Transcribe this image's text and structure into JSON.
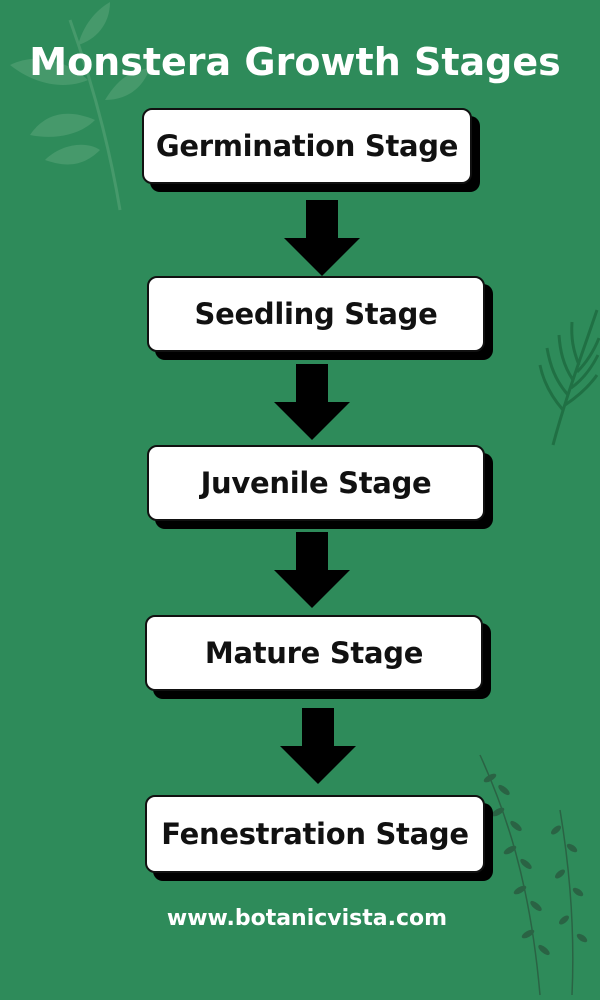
{
  "title": "Monstera Growth Stages",
  "stages": [
    {
      "label": "Germination Stage"
    },
    {
      "label": "Seedling Stage"
    },
    {
      "label": "Juvenile Stage"
    },
    {
      "label": "Mature Stage"
    },
    {
      "label": "Fenestration Stage"
    }
  ],
  "footer": "www.botanicvista.com",
  "colors": {
    "background": "#2e8b5a",
    "box_fill": "#ffffff",
    "box_shadow": "#000000",
    "arrow": "#000000",
    "text_light": "#ffffff",
    "leaf_decoration": "#4f9e6f"
  },
  "icons": [
    "leaf-branch-top-left",
    "palm-frond-right",
    "fern-bottom-right"
  ]
}
